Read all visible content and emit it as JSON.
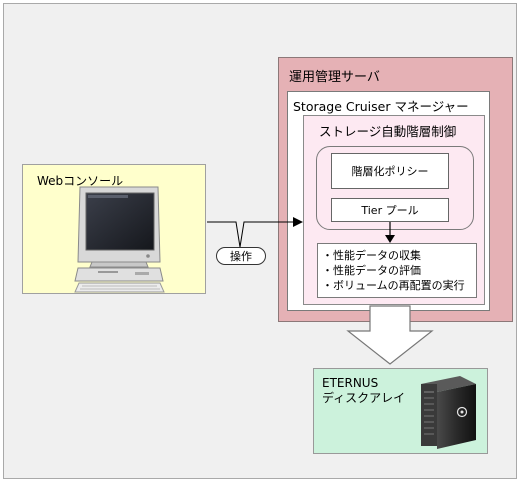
{
  "web_console": {
    "title": "Webコンソール",
    "operation_label": "操作"
  },
  "management_server": {
    "title": "運用管理サーバ",
    "manager": {
      "title": "Storage Cruiser マネージャー",
      "auto_tiering": {
        "title": "ストレージ自動階層制御",
        "policy_label": "階層化ポリシー",
        "tier_pool_label": "Tier プール",
        "functions": [
          "・性能データの収集",
          "・性能データの評価",
          "・ボリュームの再配置の実行"
        ]
      }
    }
  },
  "storage": {
    "name": "ETERNUS",
    "subtitle": "ディスクアレイ",
    "icon": "disk-array-icon"
  },
  "icons": {
    "computer": "computer-monitor-icon"
  },
  "colors": {
    "web_panel": "#ffffcc",
    "management_server": "#e5b1b5",
    "auto_tiering": "#fde9f2",
    "eternus_panel": "#ccf2dc"
  }
}
